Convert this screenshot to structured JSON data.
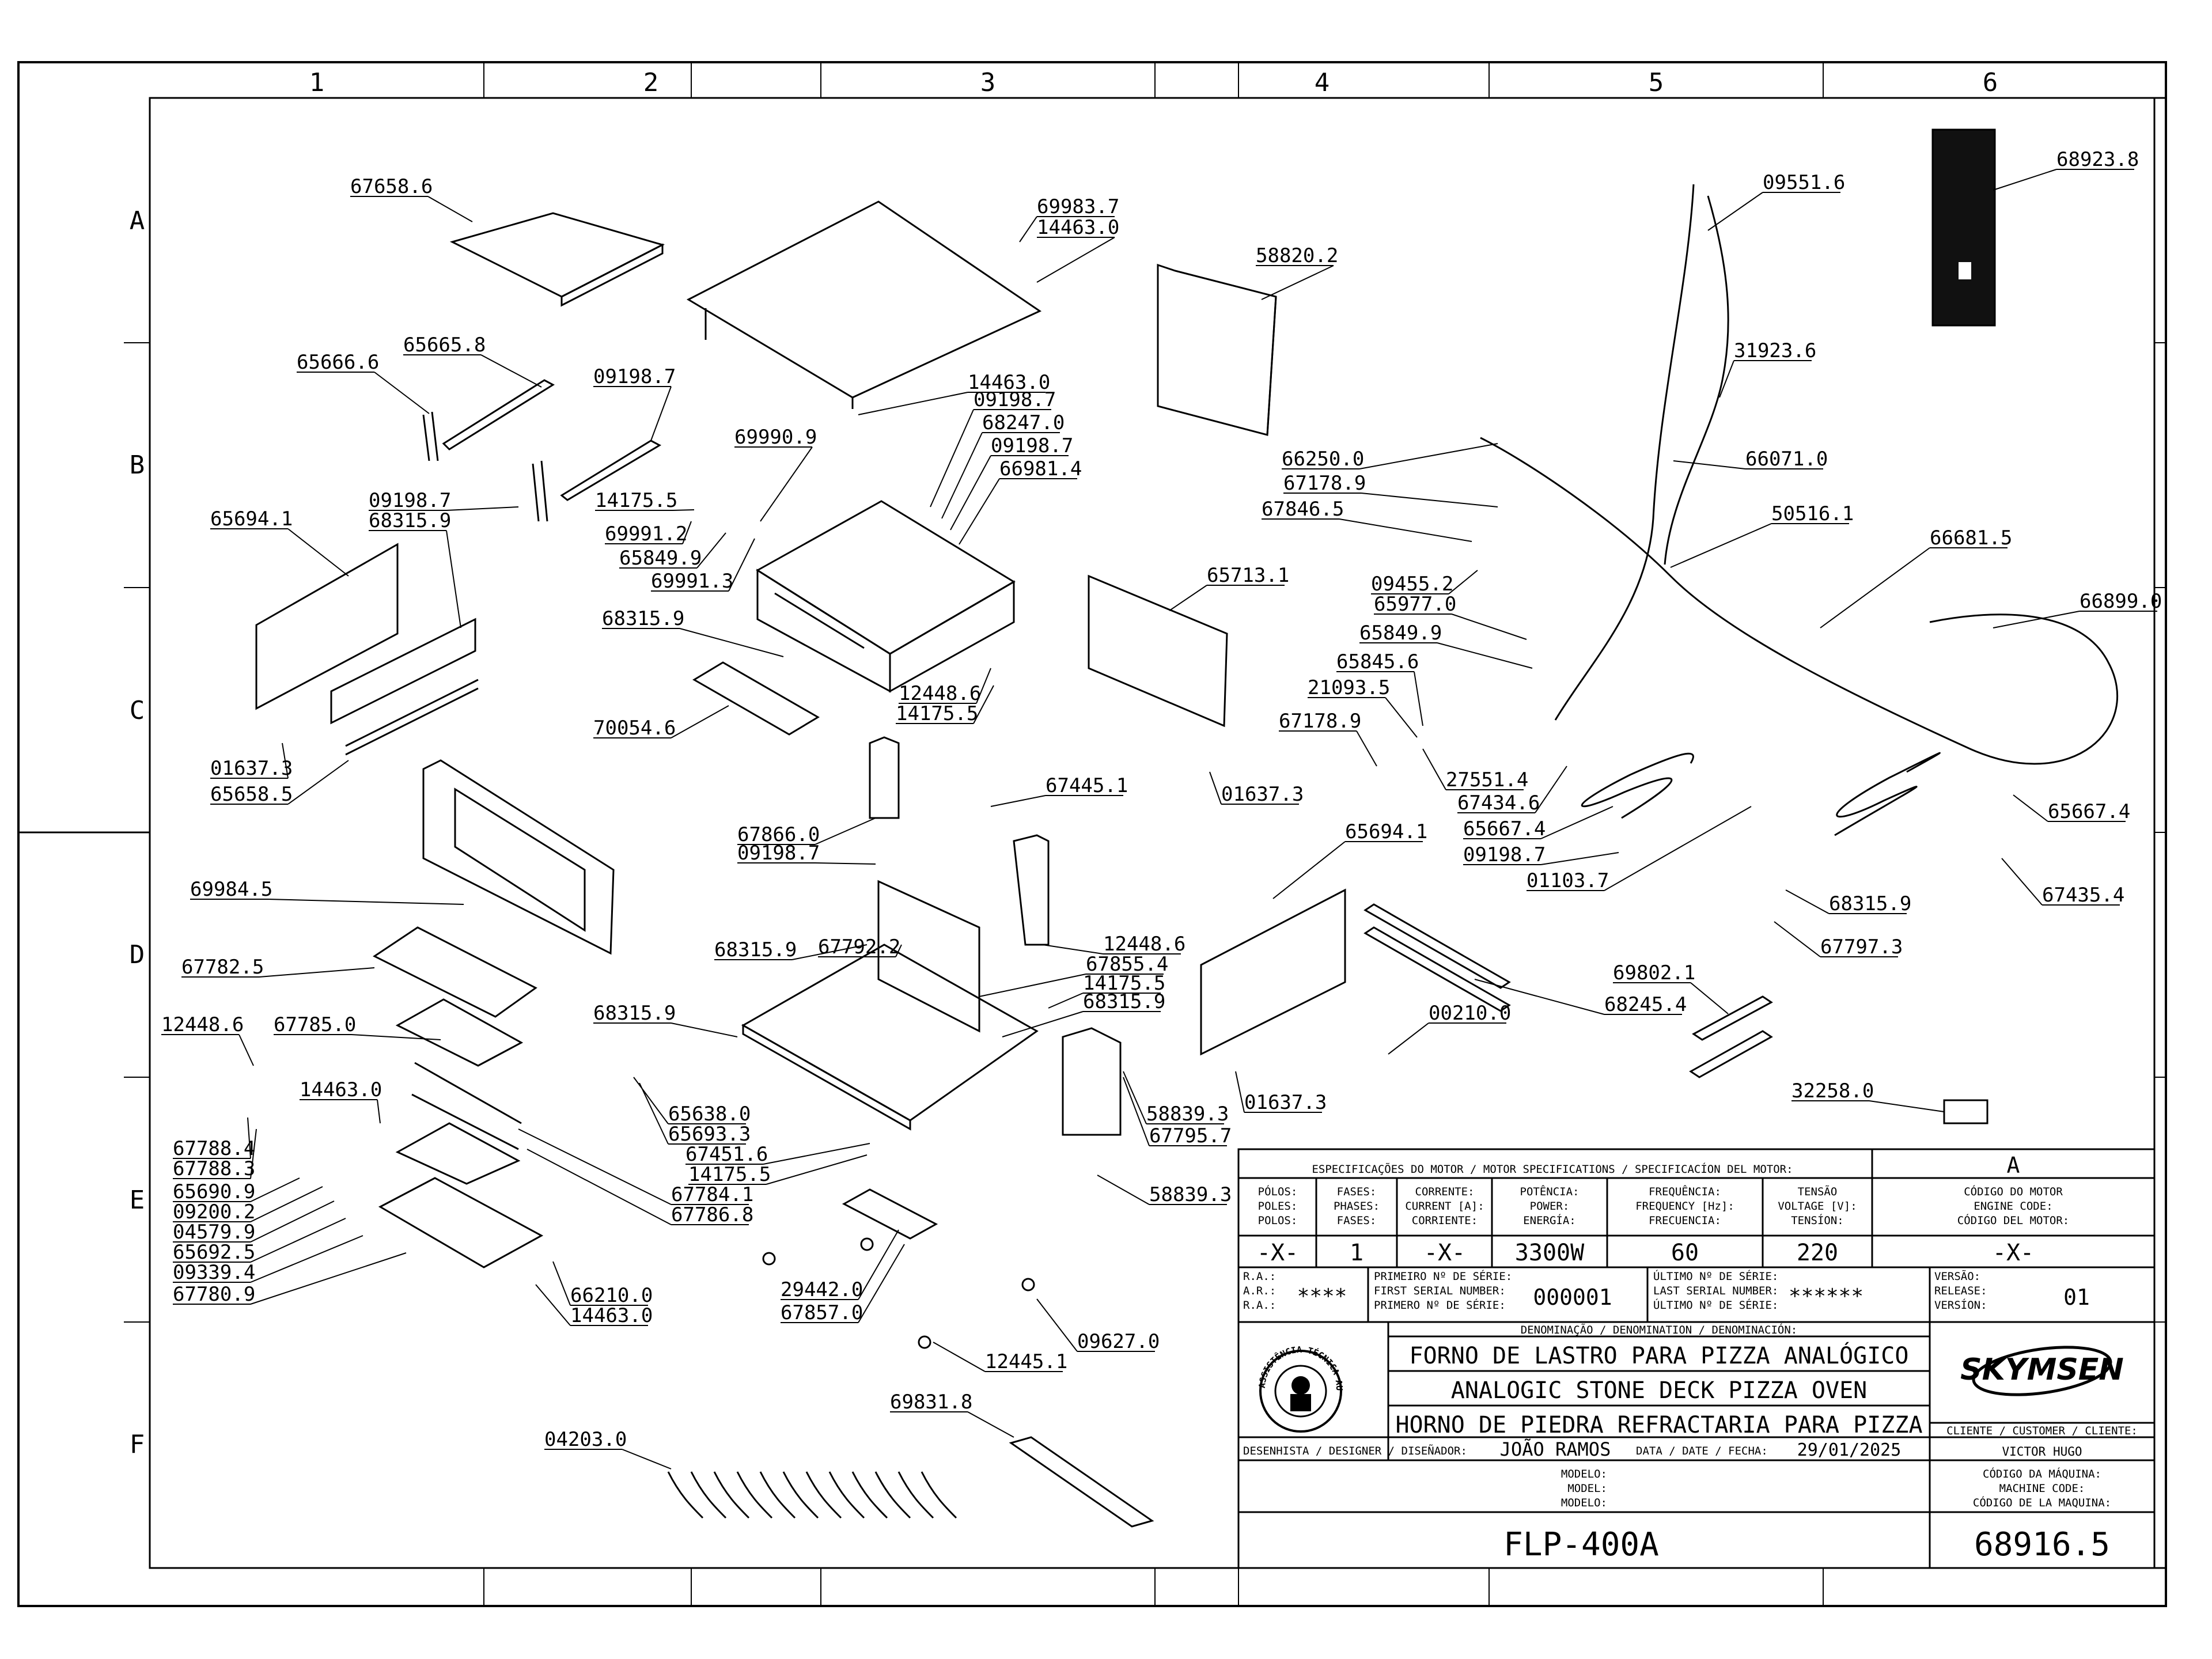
{
  "grid": {
    "columns": [
      "1",
      "2",
      "3",
      "4",
      "5",
      "6"
    ],
    "rows": [
      "A",
      "B",
      "C",
      "D",
      "E",
      "F"
    ]
  },
  "parts": [
    {
      "id": "p1",
      "label": "67658.6"
    },
    {
      "id": "p2",
      "label": "69983.7"
    },
    {
      "id": "p3",
      "label": "14463.0"
    },
    {
      "id": "p4",
      "label": "58820.2"
    },
    {
      "id": "p5",
      "label": "09551.6"
    },
    {
      "id": "p6",
      "label": "68923.8"
    },
    {
      "id": "p7",
      "label": "65665.8"
    },
    {
      "id": "p8",
      "label": "65666.6"
    },
    {
      "id": "p9",
      "label": "09198.7"
    },
    {
      "id": "p10",
      "label": "14463.0"
    },
    {
      "id": "p11",
      "label": "09198.7"
    },
    {
      "id": "p12",
      "label": "68247.0"
    },
    {
      "id": "p13",
      "label": "09198.7"
    },
    {
      "id": "p14",
      "label": "66981.4"
    },
    {
      "id": "p15",
      "label": "31923.6"
    },
    {
      "id": "p16",
      "label": "69990.9"
    },
    {
      "id": "p17",
      "label": "66250.0"
    },
    {
      "id": "p18",
      "label": "66071.0"
    },
    {
      "id": "p19",
      "label": "67178.9"
    },
    {
      "id": "p20",
      "label": "09198.7"
    },
    {
      "id": "p21",
      "label": "14175.5"
    },
    {
      "id": "p22",
      "label": "68315.9"
    },
    {
      "id": "p23",
      "label": "67846.5"
    },
    {
      "id": "p24",
      "label": "50516.1"
    },
    {
      "id": "p25",
      "label": "65694.1"
    },
    {
      "id": "p26",
      "label": "69991.2"
    },
    {
      "id": "p27",
      "label": "65849.9"
    },
    {
      "id": "p28",
      "label": "66681.5"
    },
    {
      "id": "p29",
      "label": "69991.3"
    },
    {
      "id": "p30",
      "label": "65713.1"
    },
    {
      "id": "p31",
      "label": "09455.2"
    },
    {
      "id": "p32",
      "label": "68315.9"
    },
    {
      "id": "p33",
      "label": "65977.0"
    },
    {
      "id": "p34",
      "label": "66899.0"
    },
    {
      "id": "p35",
      "label": "65849.9"
    },
    {
      "id": "p36",
      "label": "12448.6"
    },
    {
      "id": "p37",
      "label": "65845.6"
    },
    {
      "id": "p38",
      "label": "14175.5"
    },
    {
      "id": "p39",
      "label": "21093.5"
    },
    {
      "id": "p40",
      "label": "70054.6"
    },
    {
      "id": "p41",
      "label": "67178.9"
    },
    {
      "id": "p42",
      "label": "01637.3"
    },
    {
      "id": "p43",
      "label": "27551.4"
    },
    {
      "id": "p44",
      "label": "67445.1"
    },
    {
      "id": "p45",
      "label": "67434.6"
    },
    {
      "id": "p46",
      "label": "65658.5"
    },
    {
      "id": "p47",
      "label": "01637.3"
    },
    {
      "id": "p48",
      "label": "65667.4"
    },
    {
      "id": "p49",
      "label": "65667.4"
    },
    {
      "id": "p50",
      "label": "67866.0"
    },
    {
      "id": "p51",
      "label": "09198.7"
    },
    {
      "id": "p52",
      "label": "09198.7"
    },
    {
      "id": "p53",
      "label": "68315.9"
    },
    {
      "id": "p54",
      "label": "65694.1"
    },
    {
      "id": "p55",
      "label": "01103.7"
    },
    {
      "id": "p56",
      "label": "69984.5"
    },
    {
      "id": "p57",
      "label": "67435.4"
    },
    {
      "id": "p58",
      "label": "68315.9"
    },
    {
      "id": "p59",
      "label": "12448.6"
    },
    {
      "id": "p60",
      "label": "67792.2"
    },
    {
      "id": "p61",
      "label": "67797.3"
    },
    {
      "id": "p62",
      "label": "67782.5"
    },
    {
      "id": "p63",
      "label": "67855.4"
    },
    {
      "id": "p64",
      "label": "14175.5"
    },
    {
      "id": "p65",
      "label": "69802.1"
    },
    {
      "id": "p66",
      "label": "68315.9"
    },
    {
      "id": "p67",
      "label": "68245.4"
    },
    {
      "id": "p68",
      "label": "12448.6"
    },
    {
      "id": "p69",
      "label": "67785.0"
    },
    {
      "id": "p70",
      "label": "68315.9"
    },
    {
      "id": "p71",
      "label": "00210.0"
    },
    {
      "id": "p72",
      "label": "14463.0"
    },
    {
      "id": "p73",
      "label": "01637.3"
    },
    {
      "id": "p74",
      "label": "32258.0"
    },
    {
      "id": "p75",
      "label": "65638.0"
    },
    {
      "id": "p76",
      "label": "58839.3"
    },
    {
      "id": "p77",
      "label": "65693.3"
    },
    {
      "id": "p78",
      "label": "67795.7"
    },
    {
      "id": "p79",
      "label": "67788.4"
    },
    {
      "id": "p80",
      "label": "67451.6"
    },
    {
      "id": "p81",
      "label": "67788.3"
    },
    {
      "id": "p82",
      "label": "14175.5"
    },
    {
      "id": "p83",
      "label": "58839.3"
    },
    {
      "id": "p84",
      "label": "65690.9"
    },
    {
      "id": "p85",
      "label": "67784.1"
    },
    {
      "id": "p86",
      "label": "09200.2"
    },
    {
      "id": "p87",
      "label": "67786.8"
    },
    {
      "id": "p88",
      "label": "04579.9"
    },
    {
      "id": "p89",
      "label": "65692.5"
    },
    {
      "id": "p90",
      "label": "09339.4"
    },
    {
      "id": "p91",
      "label": "66210.0"
    },
    {
      "id": "p92",
      "label": "67780.9"
    },
    {
      "id": "p93",
      "label": "14463.0"
    },
    {
      "id": "p94",
      "label": "29442.0"
    },
    {
      "id": "p95",
      "label": "67857.0"
    },
    {
      "id": "p96",
      "label": "09627.0"
    },
    {
      "id": "p97",
      "label": "12445.1"
    },
    {
      "id": "p98",
      "label": "69831.8"
    },
    {
      "id": "p99",
      "label": "04203.0"
    }
  ],
  "title_block": {
    "motor_specs_header": "ESPECIFICAÇÕES DO MOTOR / MOTOR SPECIFICATIONS / SPECIFICACÍON DEL MOTOR:",
    "revision": "A",
    "columns": [
      {
        "h1": "PÓLOS:",
        "h2": "POLES:",
        "h3": "POLOS:",
        "value": "-X-"
      },
      {
        "h1": "FASES:",
        "h2": "PHASES:",
        "h3": "FASES:",
        "value": "1"
      },
      {
        "h1": "CORRENTE:",
        "h2": "CURRENT [A]:",
        "h3": "CORRIENTE:",
        "value": "-X-"
      },
      {
        "h1": "POTÊNCIA:",
        "h2": "POWER:",
        "h3": "ENERGÍA:",
        "value": "3300W"
      },
      {
        "h1": "FREQUÊNCIA:",
        "h2": "FREQUENCY [Hz]:",
        "h3": "FRECUENCIA:",
        "value": "60"
      },
      {
        "h1": "TENSÃO",
        "h2": "VOLTAGE [V]:",
        "h3": "TENSÍON:",
        "value": "220"
      }
    ],
    "engine_code_label": [
      "CÓDIGO DO MOTOR",
      "ENGINE CODE:",
      "CÓDIGO DEL MOTOR:"
    ],
    "engine_code_value": "-X-",
    "ra_labels": [
      "R.A.:",
      "A.R.:",
      "R.A.:"
    ],
    "ra_value": "****",
    "first_serial_labels": [
      "PRIMEIRO Nº DE SÉRIE:",
      "FIRST SERIAL NUMBER:",
      "PRIMERO Nº DE SÉRIE:"
    ],
    "first_serial_value": "000001",
    "last_serial_labels": [
      "ÚLTIMO Nº DE SÉRIE:",
      "LAST SERIAL NUMBER:",
      "ÚLTIMO Nº DE SÉRIE:"
    ],
    "last_serial_value": "******",
    "version_labels": [
      "VERSÃO:",
      "RELEASE:",
      "VERSÍON:"
    ],
    "version_value": "01",
    "denomination_label": "DENOMINAÇÃO / DENOMINATION / DENOMINACIÓN:",
    "names": [
      "FORNO DE LASTRO PARA PIZZA ANALÓGICO",
      "ANALOGIC STONE DECK PIZZA OVEN",
      "HORNO DE PIEDRA REFRACTARIA PARA PIZZA"
    ],
    "brand": "SKYMSEN",
    "customer_label": "CLIENTE / CUSTOMER / CLIENTE:",
    "customer_value": "VICTOR HUGO",
    "designer_label": "DESENHISTA / DESIGNER / DISEÑADOR:",
    "designer_value": "JOÃO RAMOS",
    "date_label": "DATA / DATE / FECHA:",
    "date_value": "29/01/2025",
    "model_labels": [
      "MODELO:",
      "MODEL:",
      "MODELO:"
    ],
    "machine_code_labels": [
      "CÓDIGO DA MÁQUINA:",
      "MACHINE CODE:",
      "CÓDIGO DE LA MAQUINA:"
    ],
    "model_value": "FLP-400A",
    "machine_code_value": "68916.5",
    "seal_text": "ASSISTÊNCIA TÉCNICA AUTORIZADA"
  }
}
